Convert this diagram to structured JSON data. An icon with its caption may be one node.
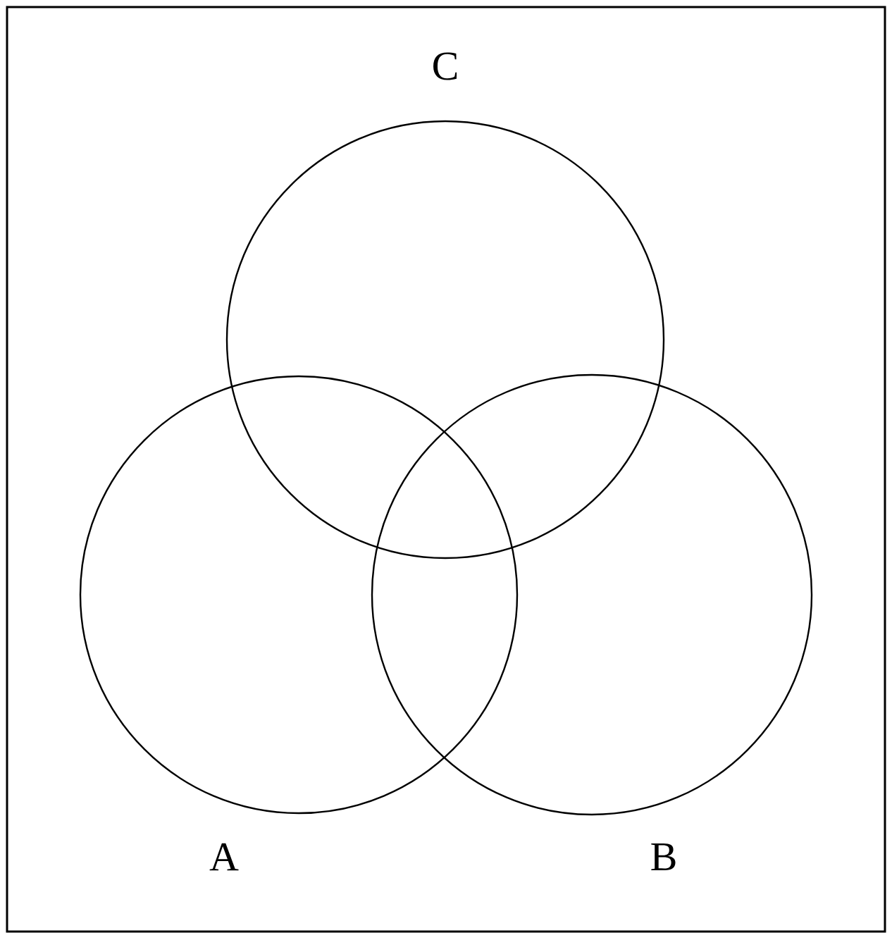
{
  "diagram": {
    "nodes": [
      {
        "text": [],
        "shape": "box"
      },
      {
        "text": [
          "C"
        ],
        "in": 0
      },
      {
        "text": [
          "A"
        ],
        "in": 0
      },
      {
        "text": [
          "B"
        ],
        "in": 0
      }
    ]
  }
}
